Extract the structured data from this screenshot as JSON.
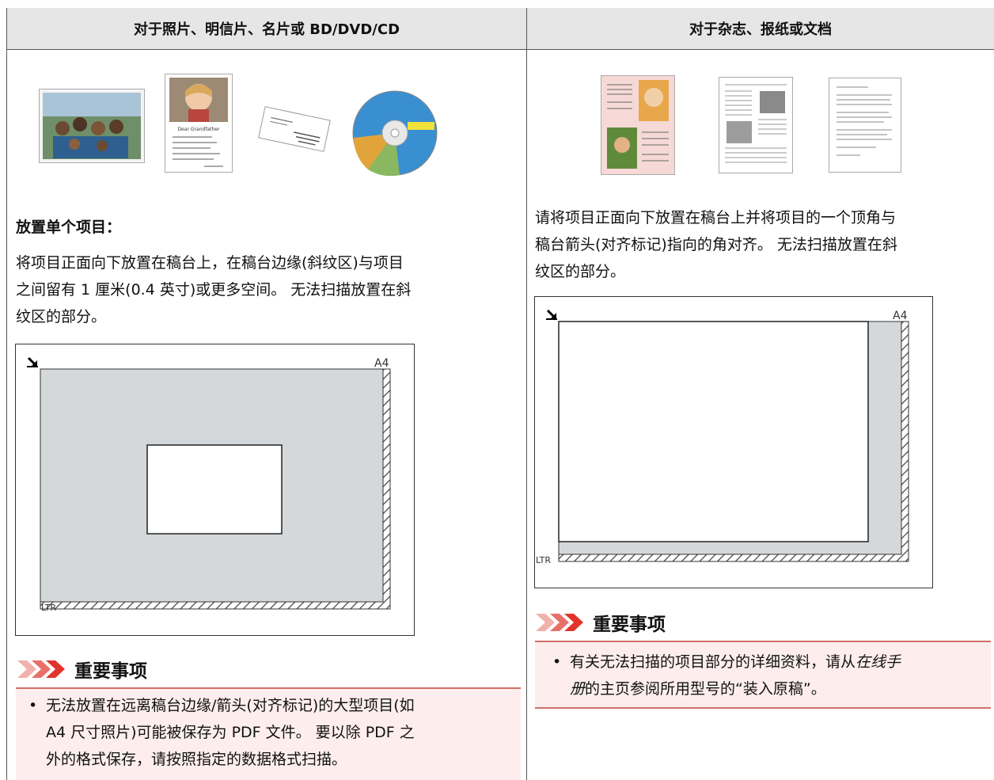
{
  "table": {
    "col1_header": "对于照片、明信片、名片或 BD/DVD/CD",
    "col2_header": "对于杂志、报纸或文档"
  },
  "left": {
    "heading": "放置单个项目：",
    "para_lines": [
      "将项目正面向下放置在稿台上，在稿台边缘(斜纹区)与项目",
      "之间留有 1 厘米(0.4 英寸)或更多空间。 无法扫描放置在斜",
      "纹区的部分。"
    ],
    "diagram": {
      "label_top": "A4",
      "label_bottom": "LTR"
    },
    "important": {
      "title": "重要事项",
      "lines": [
        "无法放置在远离稿台边缘/箭头(对齐标记)的大型项目(如",
        "A4 尺寸照片)可能被保存为 PDF 文件。 要以除 PDF 之",
        "外的格式保存，请按照指定的数据格式扫描。"
      ]
    },
    "thumb_postcard_text": "Dear Grandfather"
  },
  "right": {
    "para_lines": [
      "请将项目正面向下放置在稿台上并将项目的一个顶角与",
      "稿台箭头(对齐标记)指向的角对齐。 无法扫描放置在斜",
      "纹区的部分。"
    ],
    "diagram": {
      "label_top": "A4",
      "label_bottom": "LTR"
    },
    "important": {
      "title": "重要事项",
      "line1": "有关无法扫描的项目部分的详细资料，请从",
      "line1_em": "在线手",
      "line2_em": "册",
      "line2_rest": "的主页参阅所用型号的“装入原稿”。"
    }
  },
  "colors": {
    "header_bg": "#e6e6e6",
    "important_bg": "#fdeeed",
    "important_border": "#cf6f66",
    "arrow": "#e2342b",
    "platen_gray": "#d4d8db"
  }
}
